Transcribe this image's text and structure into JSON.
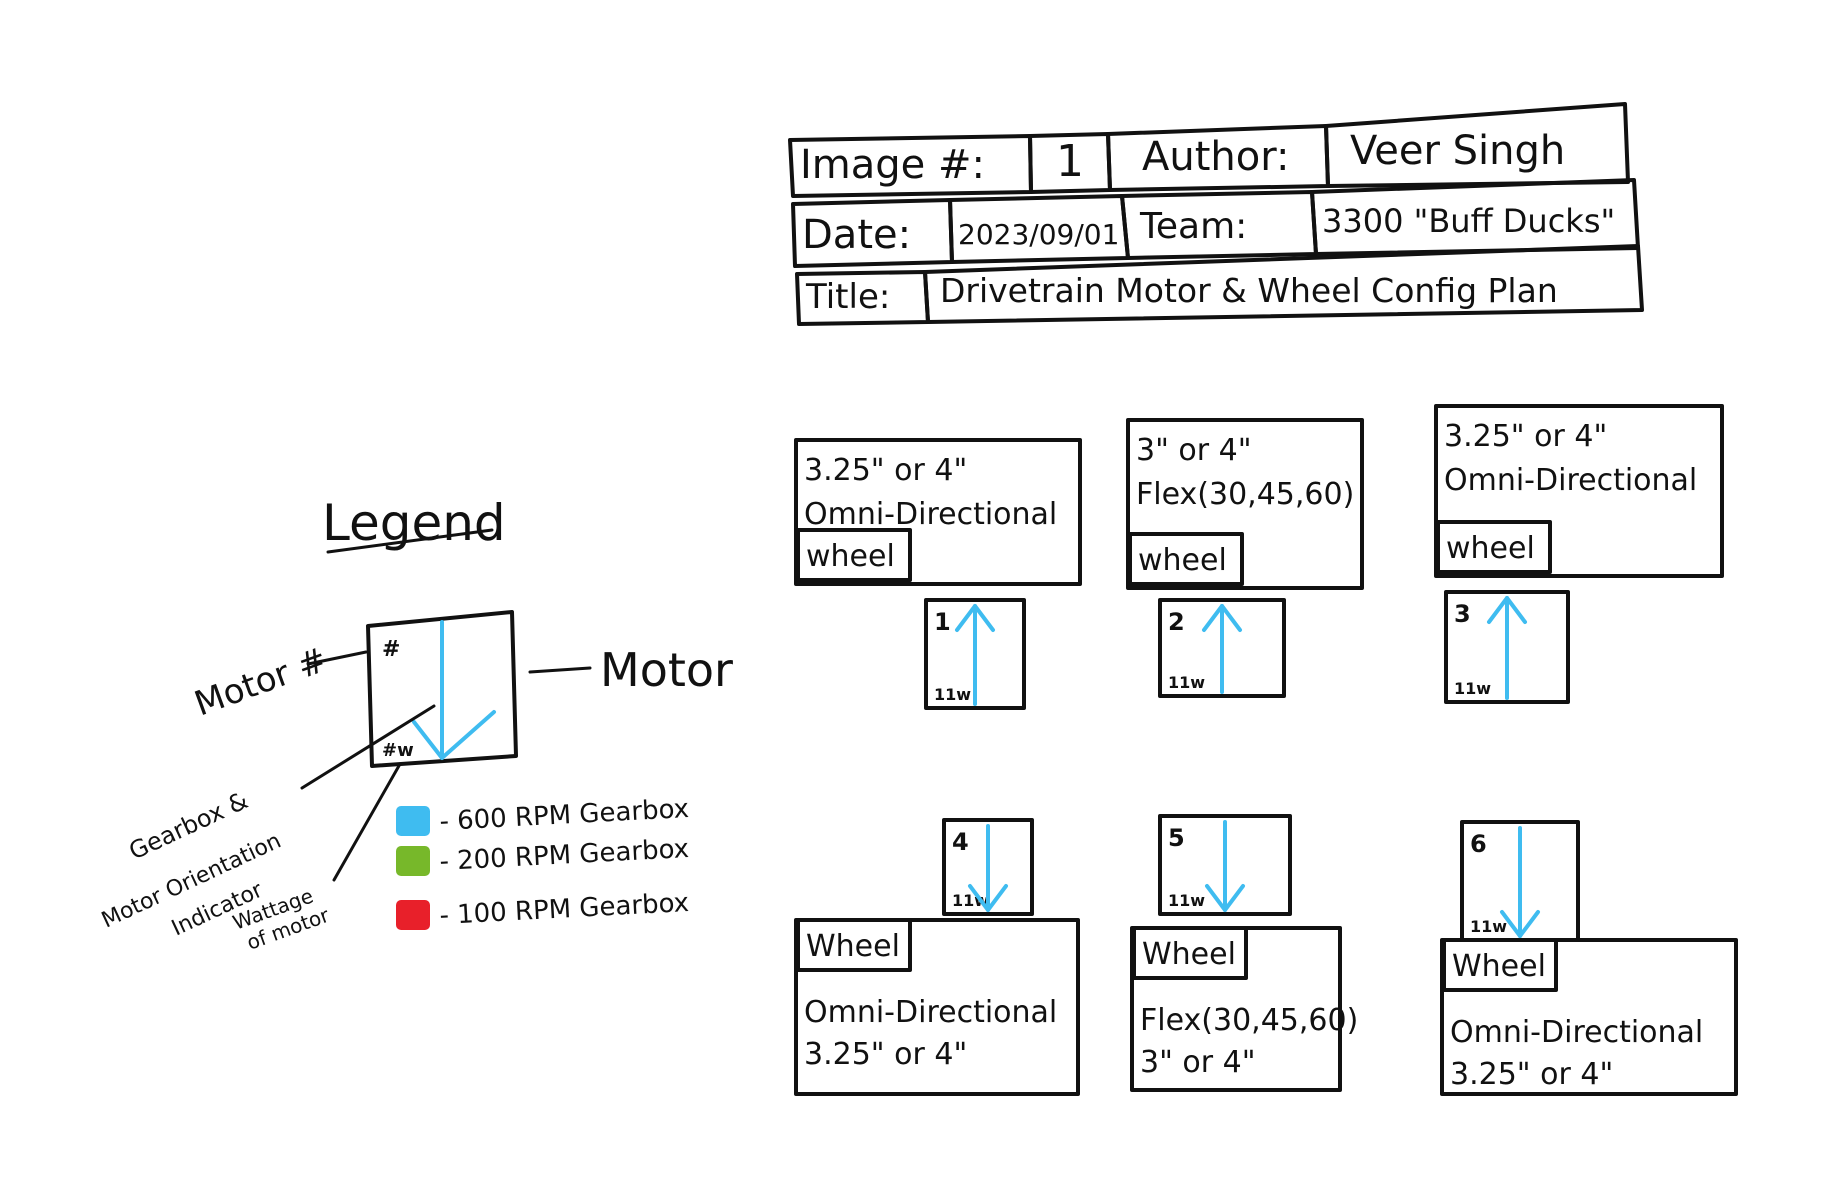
{
  "header": {
    "image_label": "Image #:",
    "image_value": "1",
    "author_label": "Author:",
    "author_value": "Veer Singh",
    "date_label": "Date:",
    "date_value": "2023/09/01",
    "team_label": "Team:",
    "team_value": "3300 \"Buff Ducks\"",
    "title_label": "Title:",
    "title_value": "Drivetrain Motor & Wheel Config Plan"
  },
  "legend": {
    "title": "Legend",
    "motor_number_label": "Motor #",
    "motor_label": "Motor",
    "orientation_label_1": "Gearbox &",
    "orientation_label_2": "Motor Orientation",
    "orientation_label_3": "Indicator",
    "wattage_label_1": "Wattage",
    "wattage_label_2": "of motor",
    "sample_number": "#",
    "sample_wattage": "#w",
    "gearboxes": [
      {
        "label": "- 600 RPM Gearbox",
        "color": "#3fbcf0"
      },
      {
        "label": "- 200 RPM Gearbox",
        "color": "#77b82a"
      },
      {
        "label": "- 100 RPM Gearbox",
        "color": "#e8202a"
      }
    ]
  },
  "wheel_tag": "wheel",
  "wheel_tag_bottom": "Wheel",
  "motors": [
    {
      "number": "1",
      "wattage": "11w",
      "direction": "up",
      "gearbox_color": "#3fbcf0",
      "wheel_line1": "3.25\" or 4\"",
      "wheel_line2": "Omni-Directional"
    },
    {
      "number": "2",
      "wattage": "11w",
      "direction": "up",
      "gearbox_color": "#3fbcf0",
      "wheel_line1": "3\" or 4\"",
      "wheel_line2": "Flex(30,45,60)"
    },
    {
      "number": "3",
      "wattage": "11w",
      "direction": "up",
      "gearbox_color": "#3fbcf0",
      "wheel_line1": "3.25\" or 4\"",
      "wheel_line2": "Omni-Directional"
    },
    {
      "number": "4",
      "wattage": "11w",
      "direction": "down",
      "gearbox_color": "#3fbcf0",
      "wheel_line1": "Omni-Directional",
      "wheel_line2": "3.25\" or 4\""
    },
    {
      "number": "5",
      "wattage": "11w",
      "direction": "down",
      "gearbox_color": "#3fbcf0",
      "wheel_line1": "Flex(30,45,60)",
      "wheel_line2": "3\" or 4\""
    },
    {
      "number": "6",
      "wattage": "11w",
      "direction": "down",
      "gearbox_color": "#3fbcf0",
      "wheel_line1": "Omni-Directional",
      "wheel_line2": "3.25\" or 4\""
    }
  ]
}
